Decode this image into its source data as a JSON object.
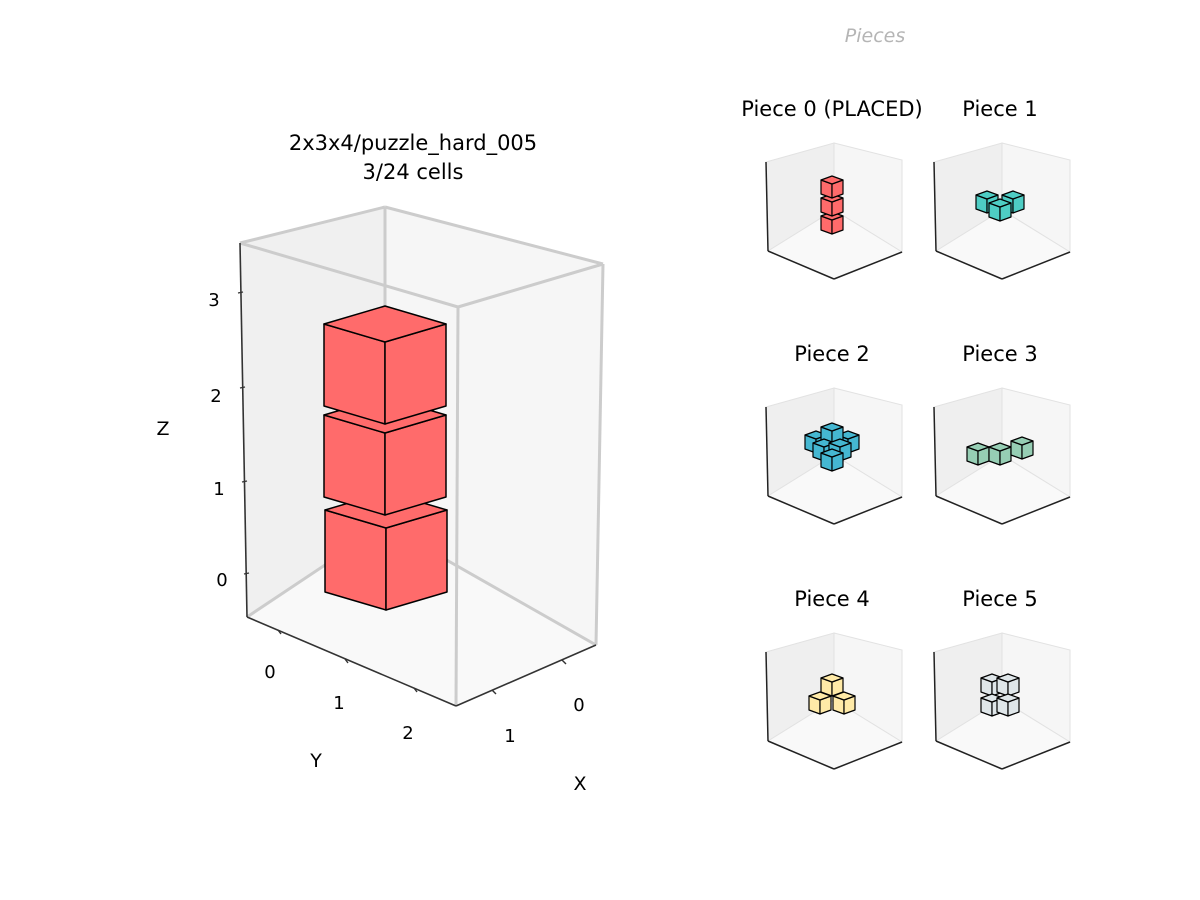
{
  "panel_title": "Pieces",
  "main": {
    "title": "2x3x4/puzzle_hard_005",
    "subtitle": "3/24 cells",
    "x_label": "X",
    "y_label": "Y",
    "z_label": "Z",
    "x_ticks": [
      "0",
      "1"
    ],
    "y_ticks": [
      "0",
      "1",
      "2"
    ],
    "z_ticks": [
      "0",
      "1",
      "2",
      "3"
    ],
    "placed_cube_color": "#ff6b6b"
  },
  "pieces": [
    {
      "label": "Piece 0 (PLACED)",
      "color": "#ff6b6b",
      "placed": true
    },
    {
      "label": "Piece 1",
      "color": "#4ecdc4",
      "placed": false
    },
    {
      "label": "Piece 2",
      "color": "#45b7d1",
      "placed": false
    },
    {
      "label": "Piece 3",
      "color": "#96ceb4",
      "placed": false
    },
    {
      "label": "Piece 4",
      "color": "#ffeaa7",
      "placed": false
    },
    {
      "label": "Piece 5",
      "color": "#dfe6e9",
      "placed": false
    }
  ]
}
